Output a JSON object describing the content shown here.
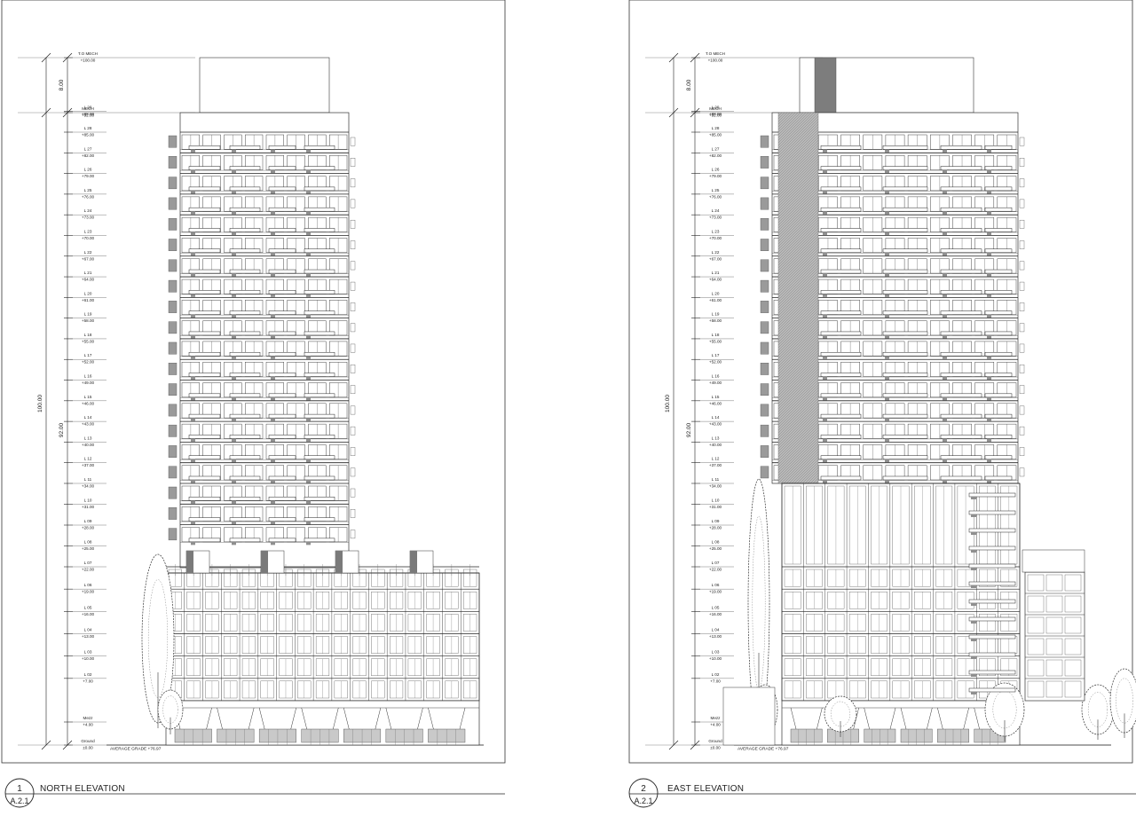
{
  "drawings": [
    {
      "id": "north",
      "number": "1",
      "sheet": "A.2.1",
      "title": "NORTH ELEVATION",
      "average_grade": "AVERAGE GRADE +76.97",
      "dim_total": "100.00",
      "dim_main": "92.00",
      "dim_mech": "8.00"
    },
    {
      "id": "east",
      "number": "2",
      "sheet": "A.2.1",
      "title": "EAST ELEVATION",
      "average_grade": "AVERAGE GRADE +76.97",
      "dim_total": "100.00",
      "dim_main": "92.00",
      "dim_mech": "8.00"
    }
  ],
  "levels": [
    {
      "name": "T.O MECH",
      "elev": "+100.00"
    },
    {
      "name": "MECH",
      "elev": "+92.00"
    },
    {
      "name": "L 29",
      "elev": "+88.00"
    },
    {
      "name": "L 28",
      "elev": "+85.00"
    },
    {
      "name": "L 27",
      "elev": "+82.00"
    },
    {
      "name": "L 26",
      "elev": "+79.00"
    },
    {
      "name": "L 25",
      "elev": "+76.00"
    },
    {
      "name": "L 24",
      "elev": "+73.00"
    },
    {
      "name": "L 23",
      "elev": "+70.00"
    },
    {
      "name": "L 22",
      "elev": "+67.00"
    },
    {
      "name": "L 21",
      "elev": "+64.00"
    },
    {
      "name": "L 20",
      "elev": "+61.00"
    },
    {
      "name": "L 19",
      "elev": "+58.00"
    },
    {
      "name": "L 18",
      "elev": "+55.00"
    },
    {
      "name": "L 17",
      "elev": "+52.00"
    },
    {
      "name": "L 16",
      "elev": "+49.00"
    },
    {
      "name": "L 15",
      "elev": "+46.00"
    },
    {
      "name": "L 14",
      "elev": "+43.00"
    },
    {
      "name": "L 13",
      "elev": "+40.00"
    },
    {
      "name": "L 12",
      "elev": "+37.00"
    },
    {
      "name": "L 11",
      "elev": "+34.00"
    },
    {
      "name": "L 10",
      "elev": "+31.00"
    },
    {
      "name": "L 09",
      "elev": "+28.00"
    },
    {
      "name": "L 08",
      "elev": "+25.00"
    },
    {
      "name": "L 07",
      "elev": "+22.00"
    },
    {
      "name": "L 06",
      "elev": "+19.00"
    },
    {
      "name": "L 05",
      "elev": "+16.00"
    },
    {
      "name": "L 04",
      "elev": "+13.00"
    },
    {
      "name": "L 03",
      "elev": "+10.00"
    },
    {
      "name": "L 02",
      "elev": "+7.00"
    },
    {
      "name": "Mezz",
      "elev": "+4.00"
    },
    {
      "name": "Ground",
      "elev": "±0.00"
    }
  ]
}
